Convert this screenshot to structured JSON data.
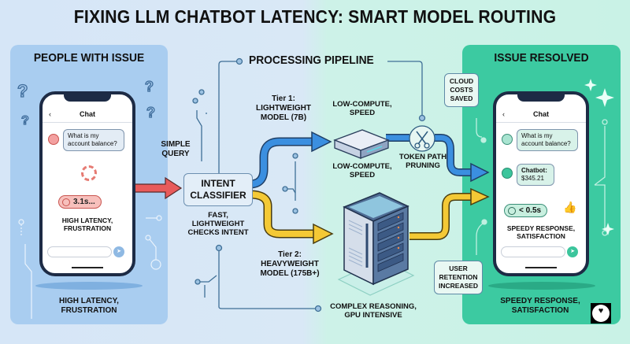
{
  "title": "FIXING LLM CHATBOT LATENCY: SMART MODEL ROUTING",
  "colors": {
    "left_panel": "#a9cdf0",
    "right_panel": "#3ccaa1",
    "input_arrow": "#e85b5b",
    "tier1_route": "#3b8fe0",
    "tier2_route": "#f4c935",
    "circuit_line": "#3f6f96"
  },
  "left_panel": {
    "title": "PEOPLE WITH ISSUE",
    "phone": {
      "header": "Chat",
      "back_icon": "‹",
      "user_message": "What is my account balance?",
      "loading_icon": "spinner-icon",
      "latency_badge": "3.1s...",
      "status": "HIGH LATENCY, FRUSTRATION",
      "send_icon": "➤"
    },
    "caption": "HIGH LATENCY, FRUSTRATION",
    "decor_icons": [
      "question-mark-icon",
      "question-mark-icon",
      "question-mark-icon",
      "question-mark-icon"
    ]
  },
  "pipeline": {
    "title": "PROCESSING PIPELINE",
    "input_label": "SIMPLE QUERY",
    "classifier": {
      "label": "INTENT CLASSIFIER",
      "description": "FAST, LIGHTWEIGHT CHECKS INTENT"
    },
    "tier1": {
      "label_line1": "Tier 1:",
      "label_line2": "LIGHTWEIGHT",
      "label_line3": "MODEL (7B)",
      "top_note": "LOW-COMPUTE, SPEED",
      "bottom_note": "LOW-COMPUTE, SPEED"
    },
    "pruning": {
      "icon": "scissors-icon",
      "label": "TOKEN PATH PRUNING"
    },
    "tier2": {
      "label_line1": "Tier 2:",
      "label_line2": "HEAVYWEIGHT",
      "label_line3": "MODEL (175B+)",
      "note": "COMPLEX REASONING, GPU INTENSIVE"
    },
    "benefits": {
      "cloud_costs": "CLOUD COSTS SAVED",
      "retention": "USER RETENTION INCREASED"
    }
  },
  "right_panel": {
    "title": "ISSUE RESOLVED",
    "phone": {
      "header": "Chat",
      "back_icon": "‹",
      "user_message": "What is my account balance?",
      "bot_name": "Chatbot:",
      "bot_reply": "$345.21",
      "latency_badge": "< 0.5s",
      "thumbs_icon": "👍",
      "status": "SPEEDY RESPONSE, SATISFACTION",
      "send_icon": "➤"
    },
    "caption": "SPEEDY RESPONSE, SATISFACTION"
  },
  "logo": {
    "icon": "♥"
  }
}
